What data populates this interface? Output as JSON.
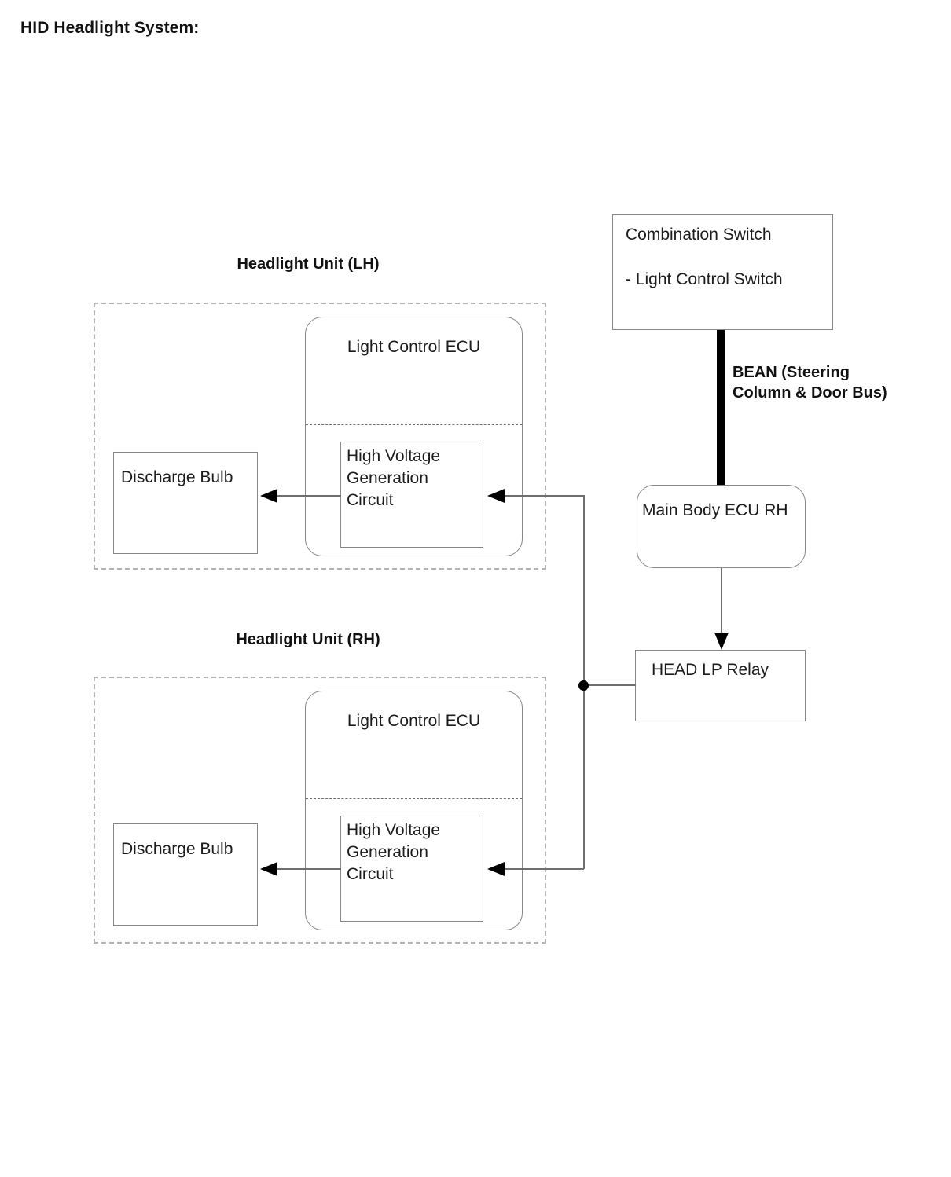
{
  "page": {
    "title": "HID Headlight System:"
  },
  "units": [
    {
      "label": "Headlight Unit (LH)",
      "ecu_title": "Light Control ECU",
      "hvgc_text": "High Voltage\nGeneration\nCircuit",
      "bulb_text": "Discharge Bulb"
    },
    {
      "label": "Headlight Unit (RH)",
      "ecu_title": "Light Control ECU",
      "hvgc_text": "High Voltage\nGeneration\nCircuit",
      "bulb_text": "Discharge Bulb"
    }
  ],
  "right_column": {
    "combination_switch": {
      "title": "Combination Switch",
      "sub_item": "- Light Control Switch"
    },
    "bus_label": "BEAN (Steering\nColumn & Door Bus)",
    "main_body_ecu": "Main Body ECU RH",
    "head_lp_relay": "HEAD LP Relay"
  },
  "colors": {
    "box_stroke": "#878787",
    "dashed_stroke": "#b3b3b3",
    "wire": "#6e6e6e",
    "bus": "#000000",
    "text": "#1c1c1c"
  }
}
